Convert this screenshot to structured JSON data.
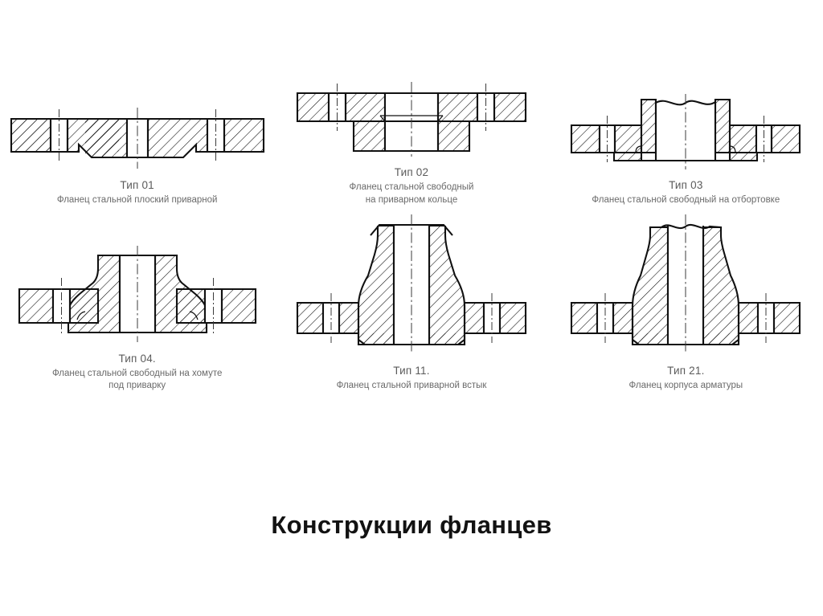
{
  "page": {
    "title": "Конструкции фланцев",
    "background": "#ffffff",
    "ink": "#111111",
    "caption_color": "#5b5b5b"
  },
  "figures": [
    {
      "id": "tip-01",
      "type_label": "Тип 01",
      "description": "Фланец стальной плоский приварной",
      "row": 1,
      "column": 1
    },
    {
      "id": "tip-02",
      "type_label": "Тип 02",
      "description": "Фланец стальной свободный\nна приварном кольце",
      "row": 1,
      "column": 2
    },
    {
      "id": "tip-03",
      "type_label": "Тип 03",
      "description": "Фланец стальной свободный на отбортовке",
      "row": 1,
      "column": 3
    },
    {
      "id": "tip-04",
      "type_label": "Тип 04.",
      "description": "Фланец стальной свободный на хомуте\nпод приварку",
      "row": 2,
      "column": 1
    },
    {
      "id": "tip-11",
      "type_label": "Тип 11.",
      "description": "Фланец стальной приварной встык",
      "row": 2,
      "column": 2
    },
    {
      "id": "tip-21",
      "type_label": "Тип 21.",
      "description": "Фланец корпуса арматуры",
      "row": 2,
      "column": 3
    }
  ]
}
